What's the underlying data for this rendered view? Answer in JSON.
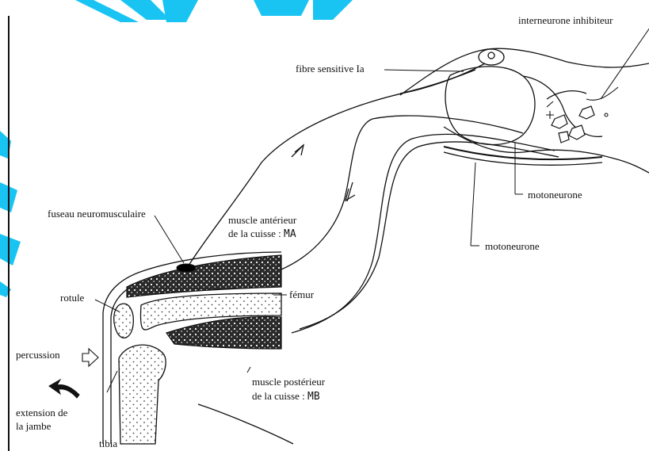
{
  "labels": {
    "interneurone": "interneurone inhibiteur",
    "fibre": "fibre sensitive Ia",
    "fuseau": "fuseau neuromusculaire",
    "muscle_ant_l1": "muscle antérieur",
    "muscle_ant_l2": "de la cuisse :",
    "muscle_ant_code": "MA",
    "motoneurone_1": "motoneurone",
    "motoneurone_2": "motoneurone",
    "rotule": "rotule",
    "femur": "fémur",
    "percussion": "percussion",
    "muscle_post_l1": "muscle postérieur",
    "muscle_post_l2": "de la cuisse :",
    "muscle_post_code": "MB",
    "extension_l1": "extension de",
    "extension_l2": "la jambe",
    "tibia": "tibia"
  },
  "colors": {
    "line": "#111111",
    "fill_muscle": "#2a2a2a",
    "watermark": "#19c4f2"
  }
}
